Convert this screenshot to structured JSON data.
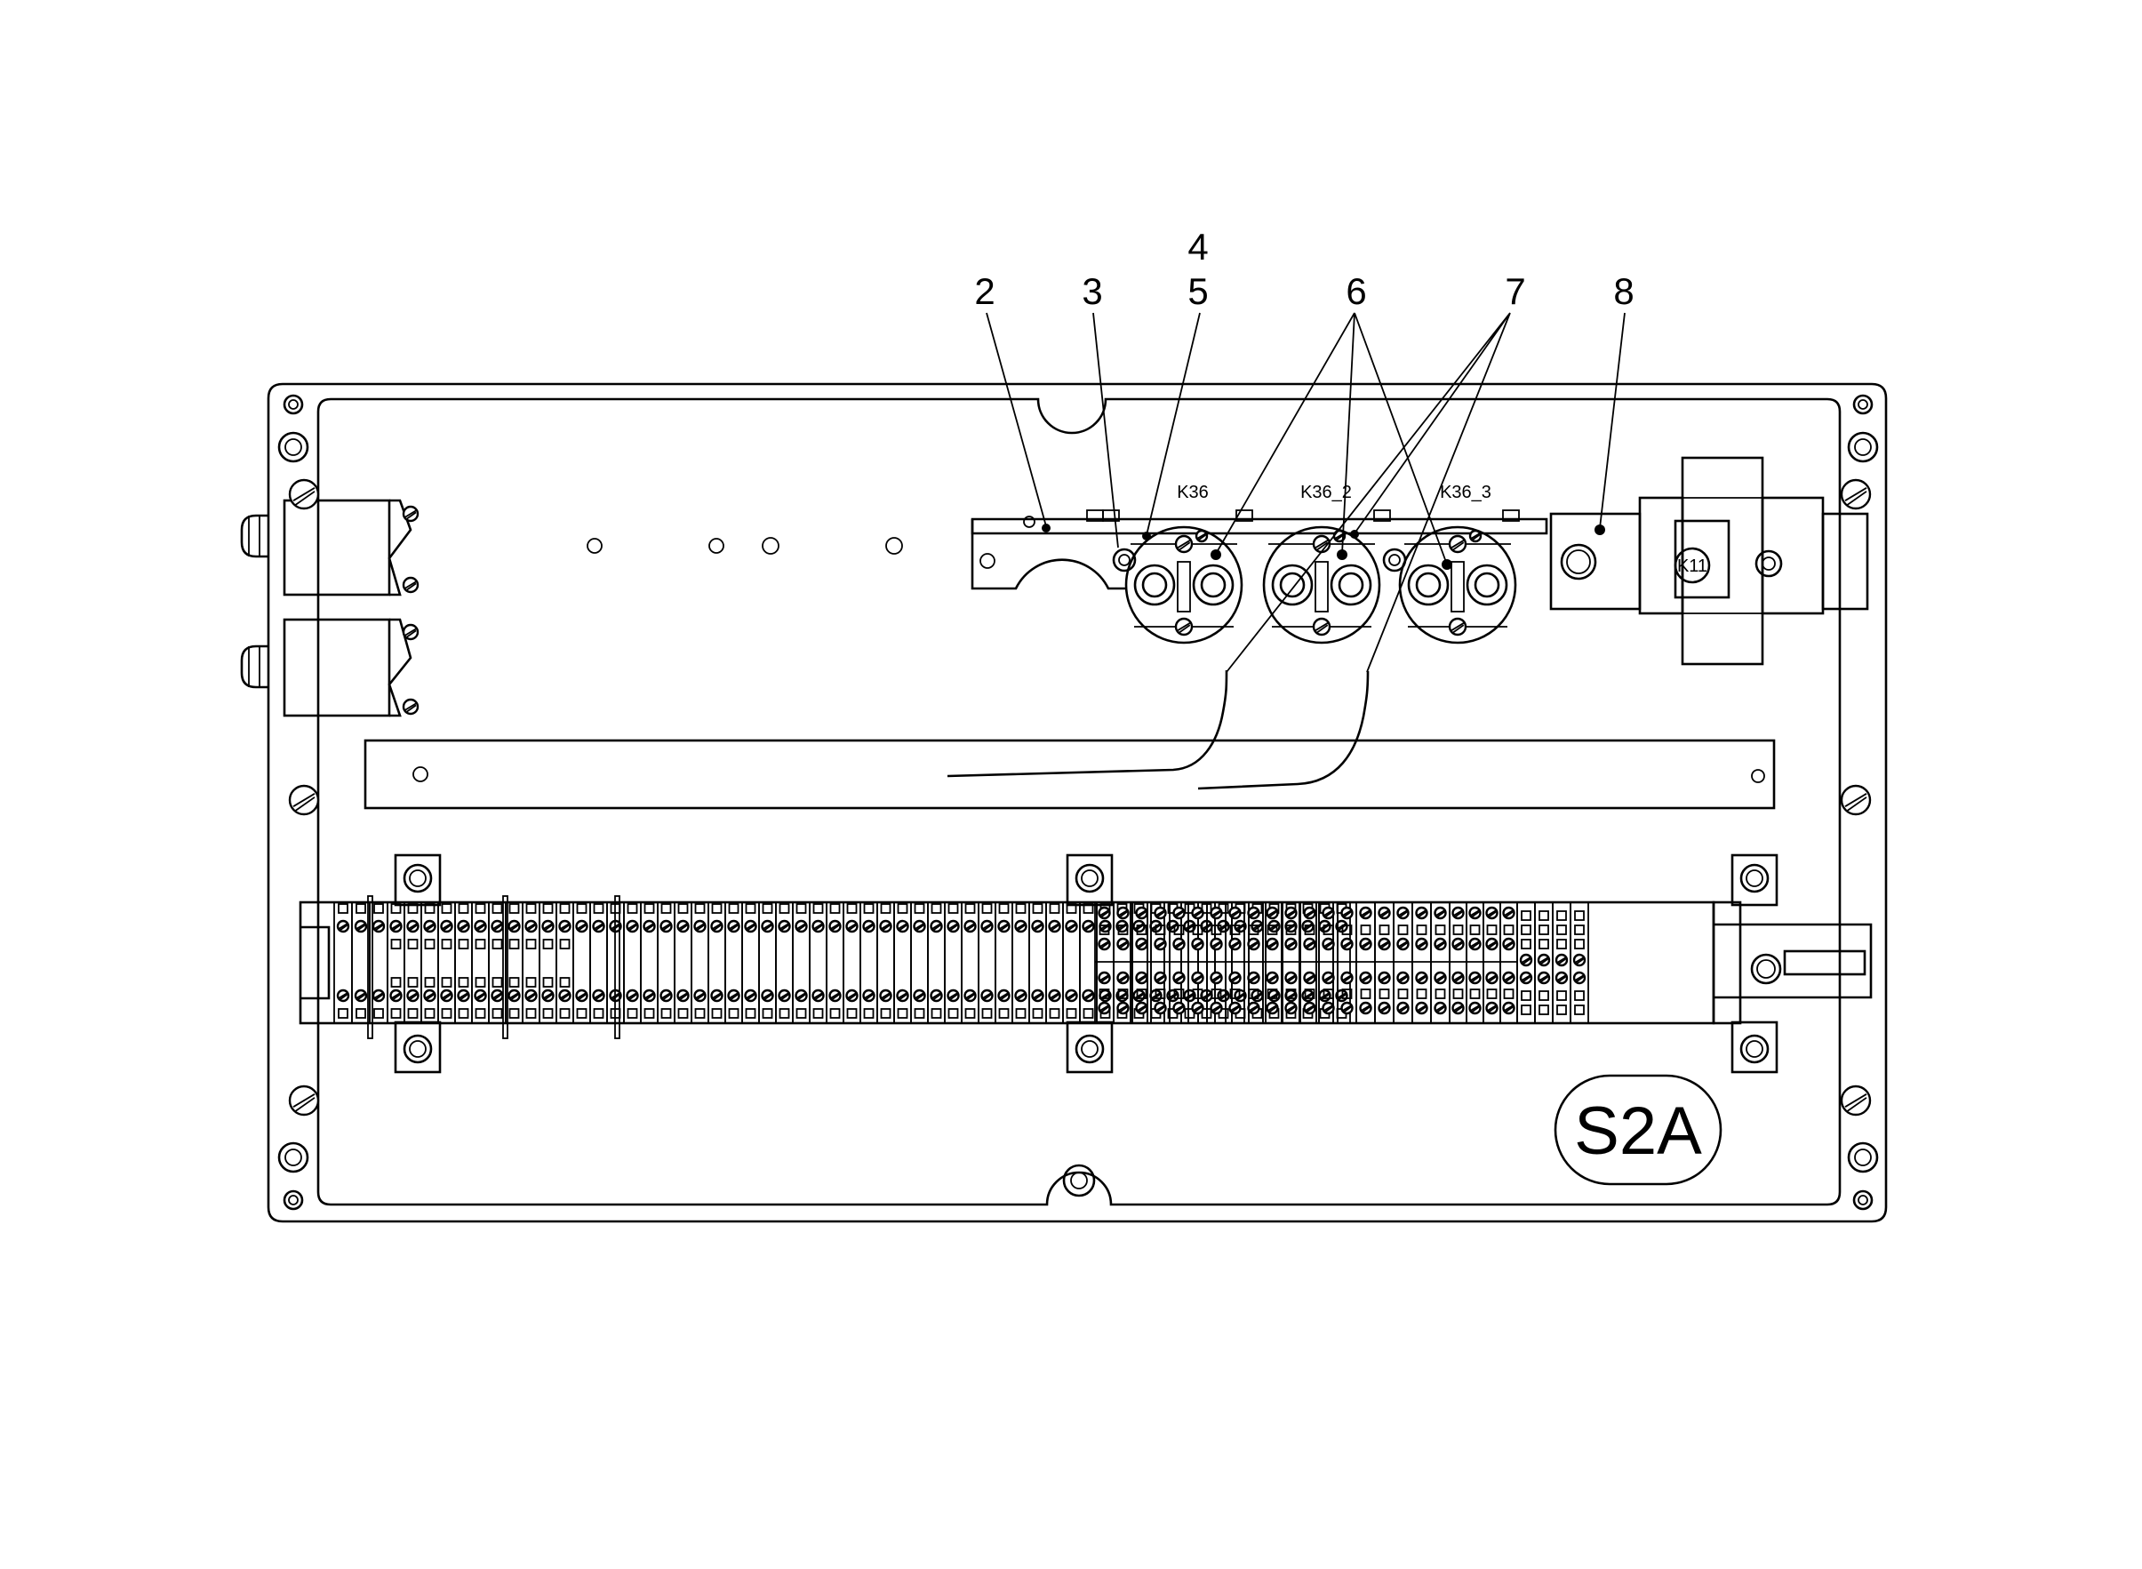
{
  "callouts": [
    "2",
    "3",
    "4",
    "5",
    "6",
    "7",
    "8"
  ],
  "relay_labels": [
    "K36",
    "K36_2",
    "K36_3"
  ],
  "component_label": "K11",
  "panel_badge": "S2A"
}
